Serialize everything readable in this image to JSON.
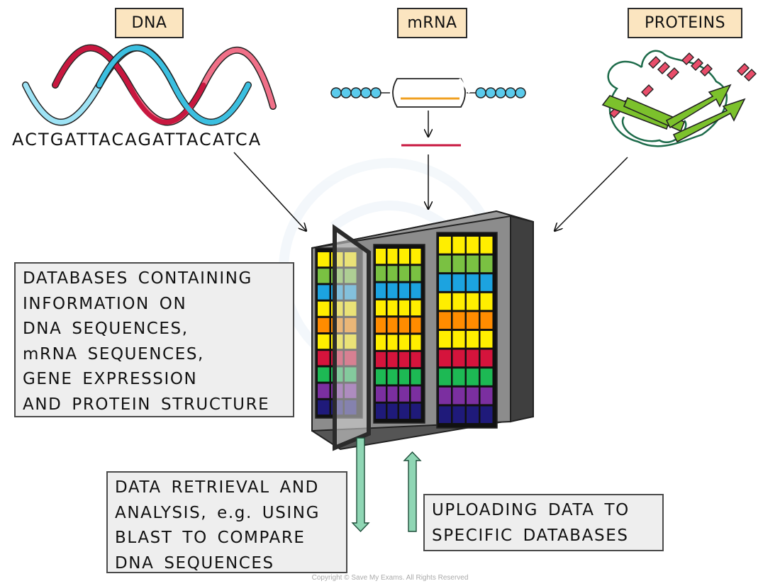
{
  "labels": {
    "dna": "DNA",
    "mrna": "mRNA",
    "proteins": "PROTEINS"
  },
  "dna_sequence": "ACTGATTACAGATTACATCA",
  "database_box": "DATABASES CONTAINING\nINFORMATION ON\nDNA SEQUENCES,\nmRNA SEQUENCES,\nGENE EXPRESSION\nAND PROTEIN STRUCTURE",
  "retrieval_box": "DATA RETRIEVAL AND\nANALYSIS, e.g. USING\nBLAST TO COMPARE\nDNA SEQUENCES",
  "uploading_box": "UPLOADING DATA TO\nSPECIFIC DATABASES",
  "copyright": "Copyright © Save My Exams. All Rights Reserved",
  "colors": {
    "label_bg": "#fbe5c0",
    "dna_strand_blue": "#3bbfe0",
    "dna_strand_red": "#c8173f",
    "mrna_bead": "#5bcbec",
    "mrna_line": "#f0a020",
    "mrna_product": "#c8173f",
    "protein_helix": "#e94d6a",
    "protein_sheet": "#7cc12c",
    "arrow_green": "#8fd6b4",
    "server_body": "#8c8c8c",
    "row_colors": [
      "#ffee00",
      "#7ac142",
      "#1ca3e0",
      "#ffee00",
      "#ff8c00",
      "#ffee00",
      "#d5143c",
      "#1db954",
      "#7b2fa0",
      "#1f1a7a"
    ]
  }
}
